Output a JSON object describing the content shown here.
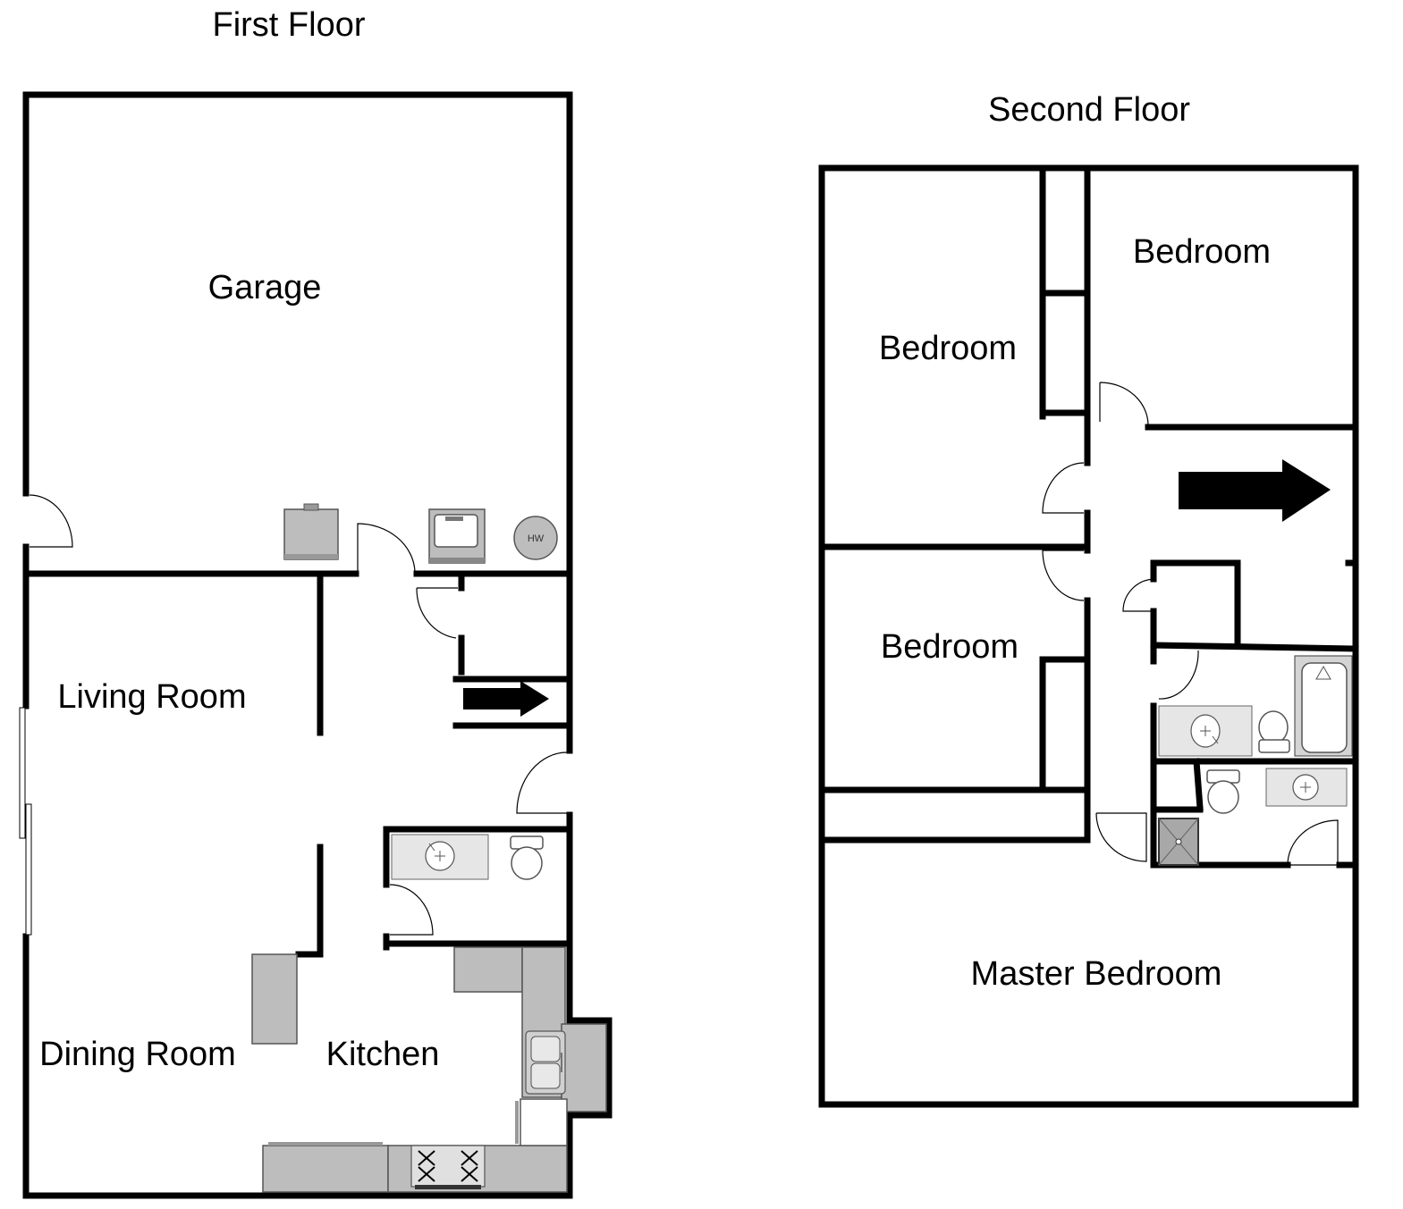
{
  "titles": {
    "first_floor": "First Floor",
    "second_floor": "Second Floor"
  },
  "rooms": {
    "garage": "Garage",
    "living_room": "Living Room",
    "dining_room": "Dining Room",
    "kitchen": "Kitchen",
    "bedroom_top_left": "Bedroom",
    "bedroom_top_right": "Bedroom",
    "bedroom_middle": "Bedroom",
    "master_bedroom": "Master Bedroom"
  },
  "fixtures": {
    "water_heater": "HW"
  },
  "colors": {
    "wall": "#000000",
    "fixture": "#bdbdbd",
    "background": "#ffffff"
  }
}
